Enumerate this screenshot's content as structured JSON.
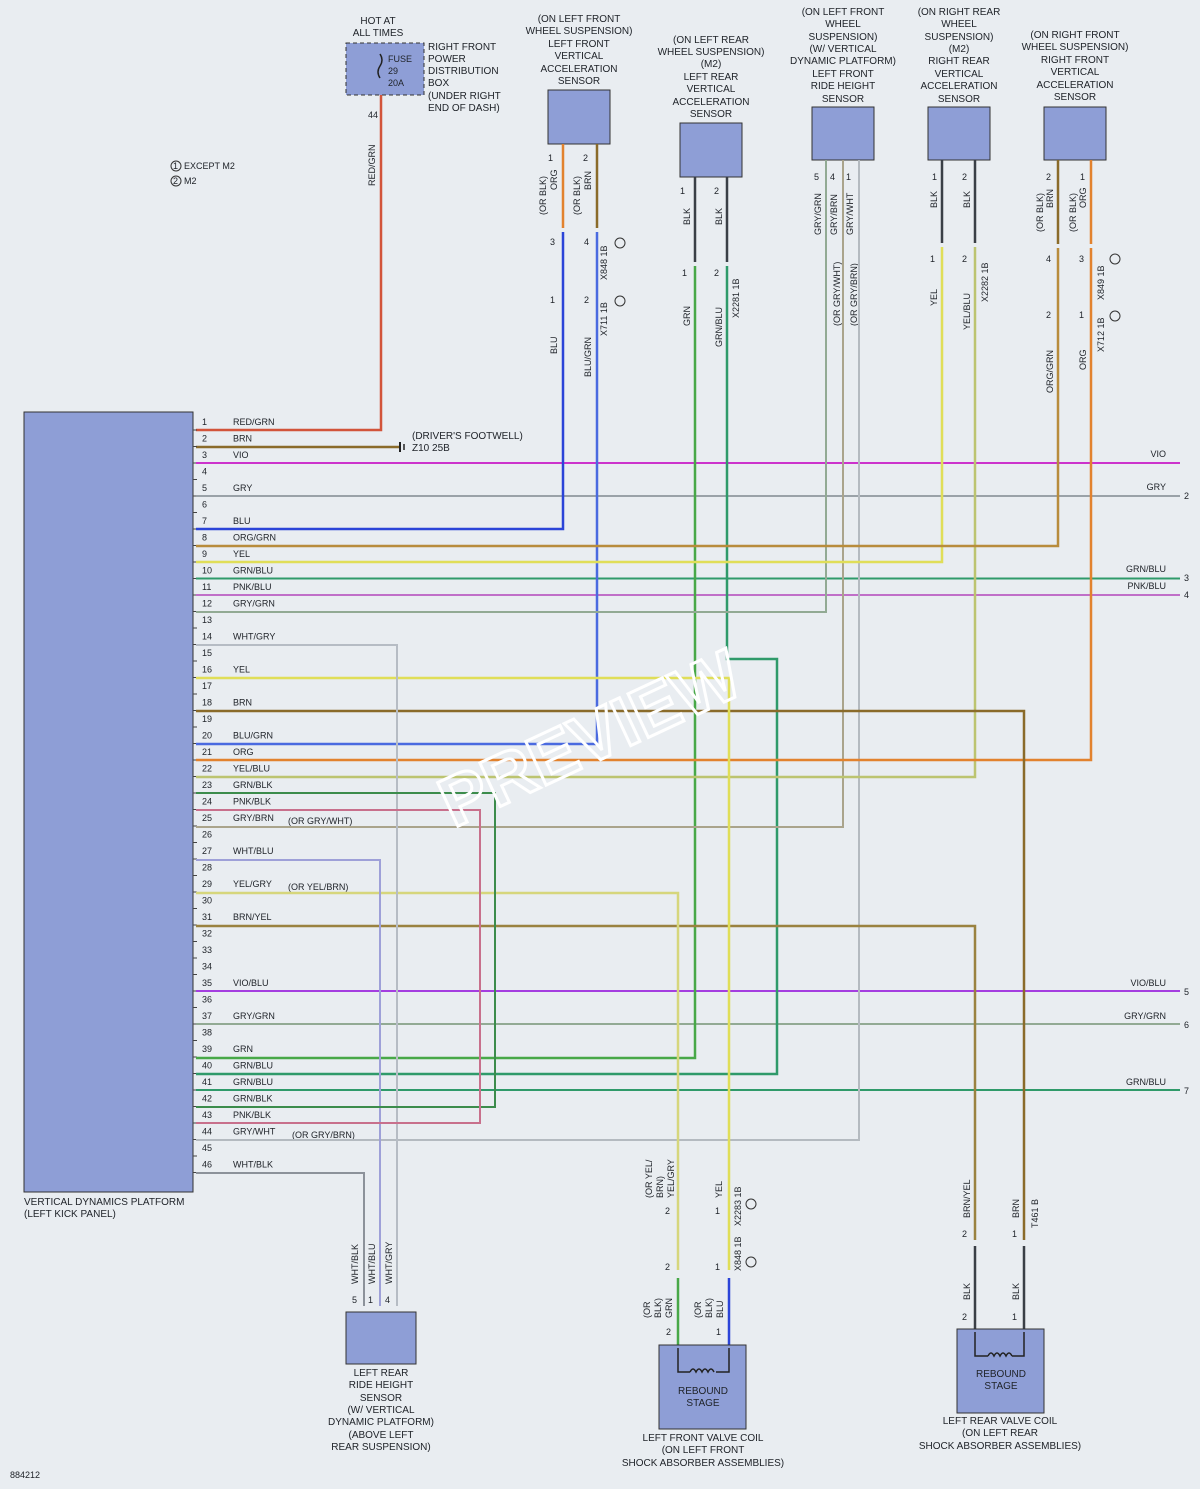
{
  "diagram_id": "884212",
  "watermark": "PREVIEW",
  "legend": {
    "note1": "EXCEPT M2",
    "note2": "M2"
  },
  "fuse_box": {
    "hot": [
      "HOT AT",
      "ALL TIMES"
    ],
    "fuse": "FUSE",
    "number": "29",
    "amps": "20A",
    "desc": [
      "RIGHT FRONT",
      "POWER",
      "DISTRIBUTION",
      "BOX",
      "(UNDER RIGHT",
      "END OF DASH)"
    ],
    "pin": "44",
    "wire": "RED/GRN"
  },
  "ground": {
    "title": "(DRIVER'S FOOTWELL)",
    "ref": "Z10 25B"
  },
  "module": {
    "name": "VERTICAL DYNAMICS PLATFORM",
    "loc": "(LEFT KICK PANEL)"
  },
  "pins": [
    {
      "n": "1",
      "c": "RED/GRN"
    },
    {
      "n": "2",
      "c": "BRN"
    },
    {
      "n": "3",
      "c": "VIO"
    },
    {
      "n": "4",
      "c": ""
    },
    {
      "n": "5",
      "c": "GRY"
    },
    {
      "n": "6",
      "c": ""
    },
    {
      "n": "7",
      "c": "BLU"
    },
    {
      "n": "8",
      "c": "ORG/GRN"
    },
    {
      "n": "9",
      "c": "YEL"
    },
    {
      "n": "10",
      "c": "GRN/BLU"
    },
    {
      "n": "11",
      "c": "PNK/BLU"
    },
    {
      "n": "12",
      "c": "GRY/GRN"
    },
    {
      "n": "13",
      "c": ""
    },
    {
      "n": "14",
      "c": "WHT/GRY"
    },
    {
      "n": "15",
      "c": ""
    },
    {
      "n": "16",
      "c": "YEL"
    },
    {
      "n": "17",
      "c": ""
    },
    {
      "n": "18",
      "c": "BRN"
    },
    {
      "n": "19",
      "c": ""
    },
    {
      "n": "20",
      "c": "BLU/GRN"
    },
    {
      "n": "21",
      "c": "ORG"
    },
    {
      "n": "22",
      "c": "YEL/BLU"
    },
    {
      "n": "23",
      "c": "GRN/BLK"
    },
    {
      "n": "24",
      "c": "PNK/BLK"
    },
    {
      "n": "25",
      "c": "GRY/BRN"
    },
    {
      "n": "26",
      "c": ""
    },
    {
      "n": "27",
      "c": "WHT/BLU"
    },
    {
      "n": "28",
      "c": ""
    },
    {
      "n": "29",
      "c": "YEL/GRY"
    },
    {
      "n": "30",
      "c": ""
    },
    {
      "n": "31",
      "c": "BRN/YEL"
    },
    {
      "n": "32",
      "c": ""
    },
    {
      "n": "33",
      "c": ""
    },
    {
      "n": "34",
      "c": ""
    },
    {
      "n": "35",
      "c": "VIO/BLU"
    },
    {
      "n": "36",
      "c": ""
    },
    {
      "n": "37",
      "c": "GRY/GRN"
    },
    {
      "n": "38",
      "c": ""
    },
    {
      "n": "39",
      "c": "GRN"
    },
    {
      "n": "40",
      "c": "GRN/BLU"
    },
    {
      "n": "41",
      "c": "GRN/BLU"
    },
    {
      "n": "42",
      "c": "GRN/BLK"
    },
    {
      "n": "43",
      "c": "PNK/BLK"
    },
    {
      "n": "44",
      "c": "GRY/WHT"
    },
    {
      "n": "45",
      "c": ""
    },
    {
      "n": "46",
      "c": "WHT/BLK"
    }
  ],
  "pin_alts": {
    "p25": "(OR GRY/WHT)",
    "p29": "(OR YEL/BRN)",
    "p44": "(OR GRY/BRN)"
  },
  "right_edge": [
    {
      "label": "VIO",
      "num": ""
    },
    {
      "label": "GRY",
      "num": "2"
    },
    {
      "label": "GRN/BLU",
      "num": "3"
    },
    {
      "label": "PNK/BLU",
      "num": "4"
    },
    {
      "label": "VIO/BLU",
      "num": "5"
    },
    {
      "label": "GRY/GRN",
      "num": "6"
    },
    {
      "label": "GRN/BLU",
      "num": "7"
    }
  ],
  "sensors": {
    "lf_accel": {
      "title": [
        "(ON LEFT FRONT",
        "WHEEL SUSPENSION)",
        "LEFT FRONT",
        "VERTICAL",
        "ACCELERATION",
        "SENSOR"
      ],
      "p1": "1",
      "p2": "2",
      "w1": "(OR BLK)",
      "w1b": "ORG",
      "w2": "(OR BLK)",
      "w2b": "BRN",
      "c1a": "3",
      "c1b": "4",
      "conn1": "X848 1B",
      "c2a": "1",
      "c2b": "2",
      "conn2": "X711 1B",
      "lw1": "BLU",
      "lw2": "BLU/GRN"
    },
    "lr_accel": {
      "title": [
        "(ON LEFT REAR",
        "WHEEL SUSPENSION)",
        "(M2)",
        "LEFT REAR",
        "VERTICAL",
        "ACCELERATION",
        "SENSOR"
      ],
      "p1": "1",
      "p2": "2",
      "w1": "BLK",
      "w2": "BLK",
      "c1": "1",
      "c2": "2",
      "conn": "X2281 1B",
      "lw1": "GRN",
      "lw2": "GRN/BLU"
    },
    "lf_height": {
      "title": [
        "(ON LEFT FRONT",
        "WHEEL",
        "SUSPENSION)",
        "(W/ VERTICAL",
        "DYNAMIC PLATFORM)",
        "LEFT FRONT",
        "RIDE HEIGHT",
        "SENSOR"
      ],
      "p5": "5",
      "p4": "4",
      "p1": "1",
      "w5": "GRY/GRN",
      "w4": "GRY/BRN",
      "w1": "GRY/WHT",
      "alt4": "(OR GRY/WHT)",
      "alt1": "(OR GRY/BRN)"
    },
    "rr_accel": {
      "title": [
        "(ON RIGHT REAR",
        "WHEEL",
        "SUSPENSION)",
        "(M2)",
        "RIGHT REAR",
        "VERTICAL",
        "ACCELERATION",
        "SENSOR"
      ],
      "p1": "1",
      "p2": "2",
      "w1": "BLK",
      "w2": "BLK",
      "c1": "1",
      "c2": "2",
      "conn": "X2282 1B",
      "lw1": "YEL",
      "lw2": "YEL/BLU"
    },
    "rf_accel": {
      "title": [
        "(ON RIGHT FRONT",
        "WHEEL SUSPENSION)",
        "RIGHT FRONT",
        "VERTICAL",
        "ACCELERATION",
        "SENSOR"
      ],
      "p2": "2",
      "p1": "1",
      "w2": "(OR BLK)",
      "w2b": "BRN",
      "w1": "(OR BLK)",
      "w1b": "ORG",
      "c1a": "4",
      "c1b": "3",
      "conn1": "X849 1B",
      "c2a": "2",
      "c2b": "1",
      "conn2": "X712 1B",
      "lw1": "ORG/GRN",
      "lw2": "ORG"
    },
    "lr_height": {
      "title": [
        "LEFT REAR",
        "RIDE HEIGHT",
        "SENSOR",
        "(W/ VERTICAL",
        "DYNAMIC PLATFORM)",
        "(ABOVE LEFT",
        "REAR SUSPENSION)"
      ],
      "p5": "5",
      "p1": "1",
      "p4": "4",
      "w5": "WHT/BLK",
      "w1": "WHT/BLU",
      "w4": "WHT/GRY"
    }
  },
  "valves": {
    "lf": {
      "title": [
        "LEFT FRONT VALVE COIL",
        "(ON LEFT FRONT",
        "SHOCK ABSORBER ASSEMBLIES)"
      ],
      "stage": [
        "REBOUND",
        "STAGE"
      ],
      "uw1": "(OR YEL/",
      "uw1b": "BRN)",
      "uw1c": "YEL/GRY",
      "uw2": "YEL",
      "up2": "2",
      "up1": "1",
      "conn_up": "X2283 1B",
      "cp2": "2",
      "cp1": "1",
      "conn": "X848 1B",
      "lw1": "(OR",
      "lw1b": "BLK)",
      "lw1c": "GRN",
      "lw2": "(OR",
      "lw2b": "BLK)",
      "lw2c": "BLU",
      "bp2": "2",
      "bp1": "1"
    },
    "lr": {
      "title": [
        "LEFT REAR VALVE COIL",
        "(ON LEFT REAR",
        "SHOCK ABSORBER ASSEMBLIES)"
      ],
      "stage": [
        "REBOUND",
        "STAGE"
      ],
      "uw1": "BRN/YEL",
      "uw2": "BRN",
      "cp2": "2",
      "cp1": "1",
      "conn": "T461 B",
      "lw1": "BLK",
      "lw2": "BLK",
      "bp2": "2",
      "bp1": "1"
    }
  },
  "colors": {
    "RED_GRN": "#d2543a",
    "BRN": "#8a6b2a",
    "VIO": "#cc33cc",
    "GRY": "#9aa2a8",
    "BLU": "#2b44d8",
    "ORG_GRN": "#b88c3c",
    "YEL": "#e0de58",
    "GRN_BLU": "#2f9a6a",
    "PNK_BLU": "#c06fc8",
    "GRY_GRN": "#92aa94",
    "WHT_GRY": "#b6bcc4",
    "BLU_GRN": "#4a6ae0",
    "ORG": "#e2822e",
    "YEL_BLU": "#bcc470",
    "GRN_BLK": "#3c8c4c",
    "PNK_BLK": "#c8708c",
    "GRY_BRN": "#aaa48c",
    "WHT_BLU": "#9ea0d8",
    "YEL_GRY": "#d6d67c",
    "BRN_YEL": "#9a8240",
    "VIO_BLU": "#a43ee0",
    "GRN": "#48a848",
    "GRY_WHT": "#b4bac0",
    "WHT_BLK": "#8c929a",
    "BLK": "#3a3f46",
    "component": "#8e9ed6"
  }
}
